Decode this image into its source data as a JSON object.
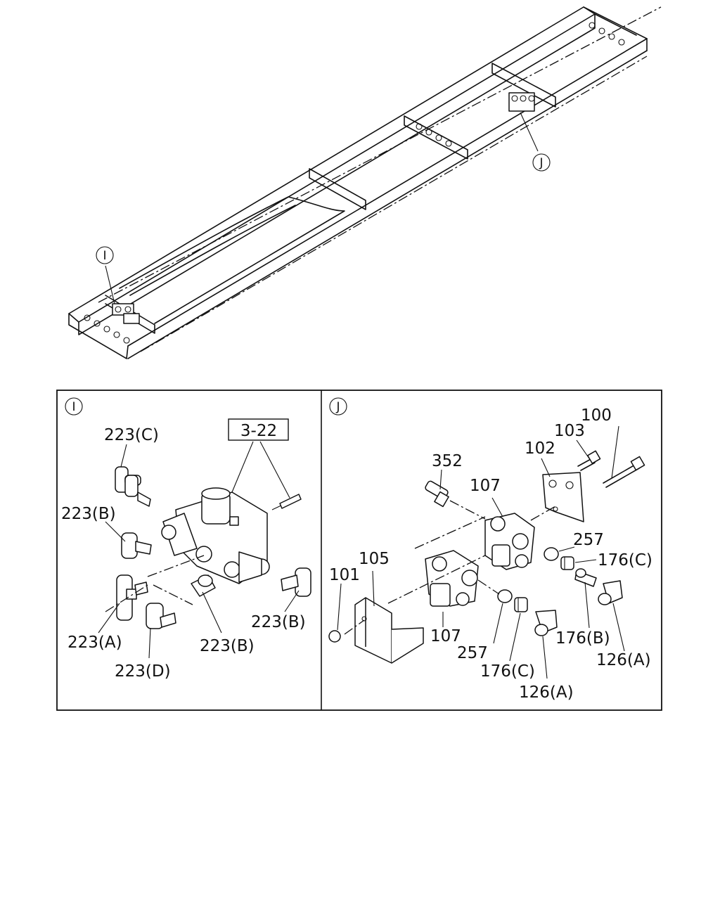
{
  "detail_markers": {
    "i": "I",
    "j": "J"
  },
  "panel_i": {
    "label": "I",
    "ref_box": "3-22",
    "callouts": [
      "223(C)",
      "223(B)",
      "223(A)",
      "223(D)",
      "223(B)",
      "223(B)"
    ]
  },
  "panel_j": {
    "label": "J",
    "callouts": [
      "100",
      "103",
      "102",
      "352",
      "107",
      "257",
      "176(C)",
      "105",
      "101",
      "107",
      "257",
      "176(C)",
      "126(A)",
      "176(B)",
      "126(A)"
    ]
  }
}
